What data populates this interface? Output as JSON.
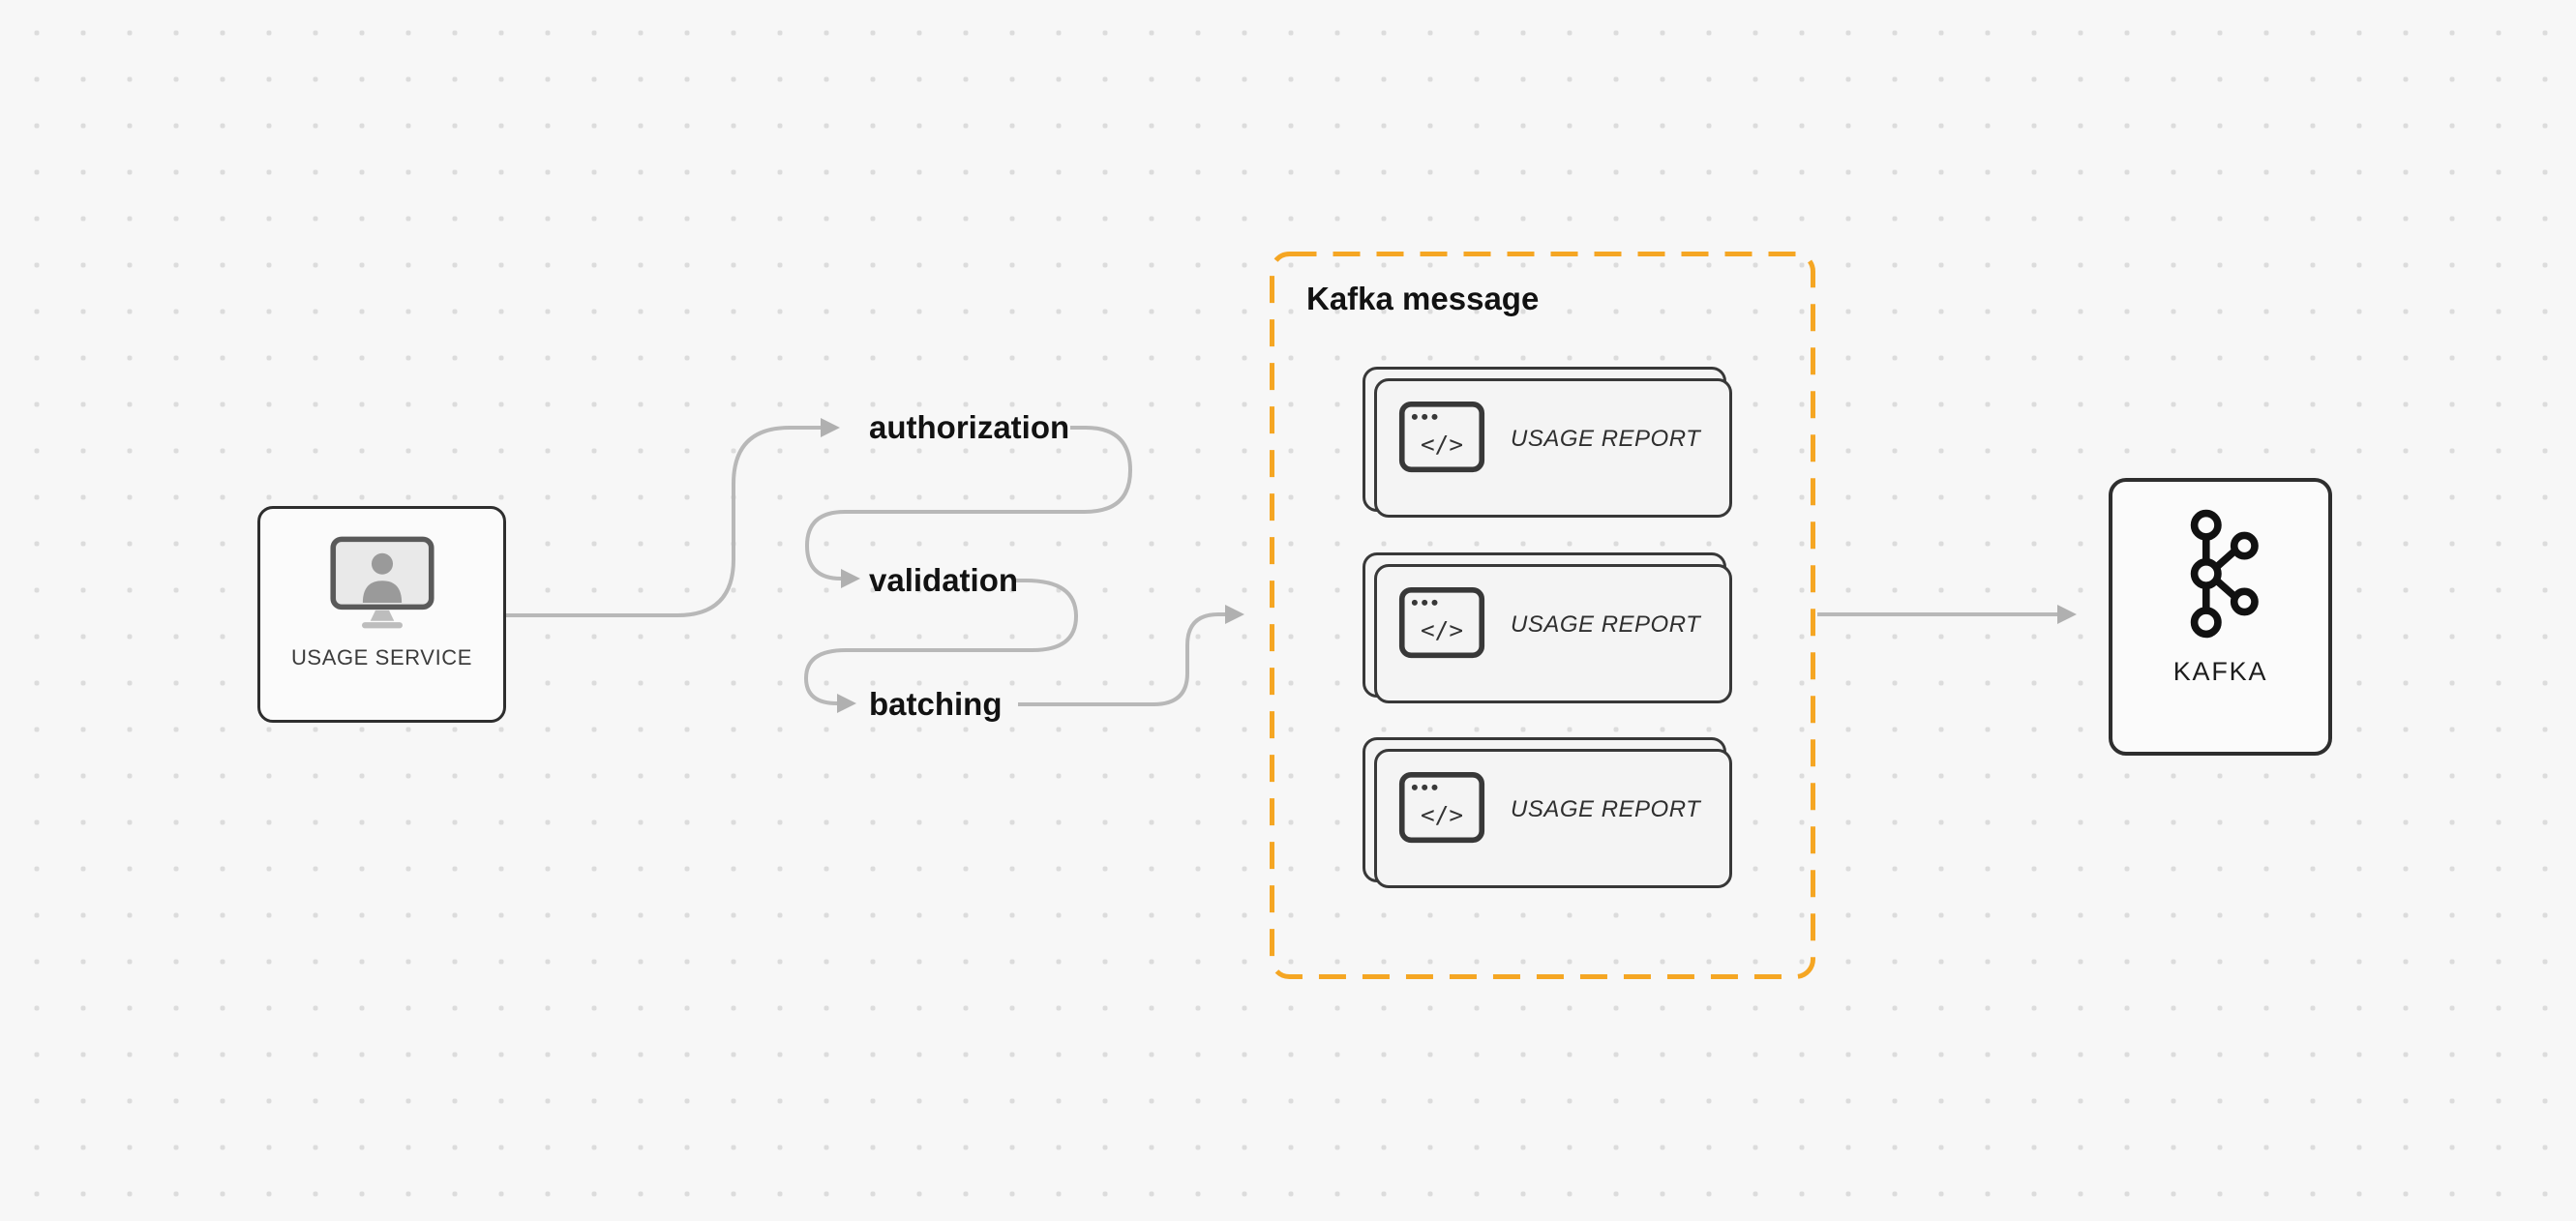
{
  "colors": {
    "accent_orange": "#f5a623",
    "arrow_gray": "#b8b8b8",
    "arrowhead_gray": "#b0b0b0",
    "node_border": "#2e2e2e",
    "text_dark": "#141414"
  },
  "nodes": {
    "usage_service": {
      "label": "USAGE SERVICE",
      "icon": "monitor-user-icon"
    },
    "kafka": {
      "label": "KAFKA",
      "icon": "kafka-logo-icon"
    }
  },
  "pipeline_steps": [
    {
      "label": "authorization"
    },
    {
      "label": "validation"
    },
    {
      "label": "batching"
    }
  ],
  "kafka_message_group": {
    "title": "Kafka message",
    "messages": [
      {
        "label": "USAGE REPORT",
        "icon": "code-window-icon"
      },
      {
        "label": "USAGE REPORT",
        "icon": "code-window-icon"
      },
      {
        "label": "USAGE REPORT",
        "icon": "code-window-icon"
      }
    ]
  }
}
